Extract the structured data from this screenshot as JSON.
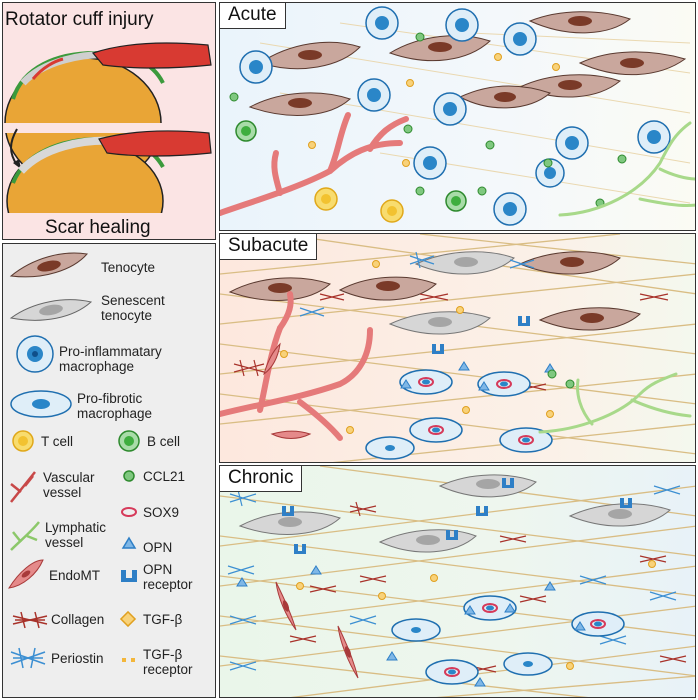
{
  "injury": {
    "title": "Rotator cuff injury",
    "outcome": "Scar healing"
  },
  "stages": {
    "acute": "Acute",
    "subacute": "Subacute",
    "chronic": "Chronic"
  },
  "legend": {
    "tenocyte": "Tenocyte",
    "senescent_1": "Senescent",
    "senescent_2": "tenocyte",
    "proinf_1": "Pro-inflammatary",
    "proinf_2": "macrophage",
    "profib_1": "Pro-fibrotic",
    "profib_2": "macrophage",
    "tcell": "T cell",
    "bcell": "B cell",
    "vascular_1": "Vascular",
    "vascular_2": "vessel",
    "ccl21": "CCL21",
    "lymph_1": "Lymphatic",
    "lymph_2": "vessel",
    "sox9": "SOX9",
    "opn": "OPN",
    "endomt": "EndoMT",
    "opnr_1": "OPN",
    "opnr_2": "receptor",
    "collagen": "Collagen",
    "tgfb": "TGF-β",
    "periostin": "Periostin",
    "tgfbr_1": "TGF-β",
    "tgfbr_2": "receptor"
  },
  "colors": {
    "tenocyte_fill": "#c9a79d",
    "tenocyte_nucleus": "#7a3a28",
    "senescent_fill": "#d6d6d6",
    "macrophage_fill": "#dfeef8",
    "macrophage_edge": "#1f6fb0",
    "nucleus_blue": "#2a86c8",
    "tcell": "#f2c230",
    "bcell": "#3fae3f",
    "vessel": "#e57a7a",
    "lymph": "#a8d98a",
    "sox9": "#d63a5a",
    "opn": "#2e7fc6",
    "collagen": "#a8322a",
    "periostin": "#3c8fd2",
    "tgfb": "#f3b63a",
    "fiber": "#d9bd84",
    "bone": "#e9a536",
    "tendon": "#d83a32"
  }
}
